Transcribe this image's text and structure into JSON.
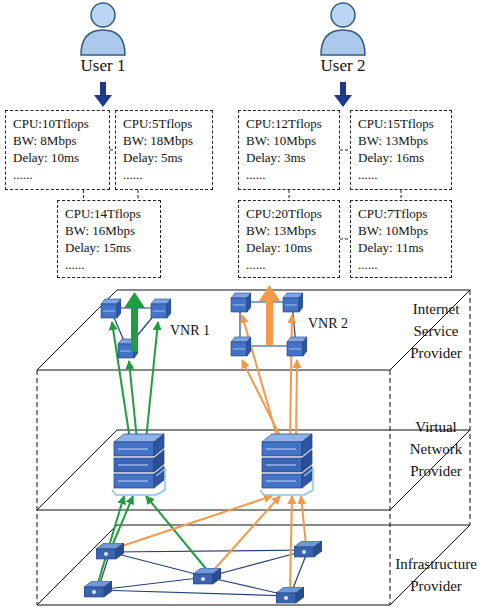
{
  "diagram": {
    "nodes": [
      {
        "text": [
          "User 1"
        ]
      },
      {
        "text": [
          "User 2"
        ]
      },
      {
        "text": [
          "CPU:10Tflops",
          "BW: 8Mbps",
          "Delay: 10ms",
          "......"
        ]
      },
      {
        "text": [
          "CPU:5Tflops",
          "BW: 18Mbps",
          "Delay: 5ms",
          "......"
        ]
      },
      {
        "text": [
          "CPU:14Tflops",
          "BW: 16Mbps",
          "Delay: 15ms",
          "......"
        ]
      },
      {
        "text": [
          "CPU:12Tflops",
          "BW: 10Mbps",
          "Delay: 3ms",
          "......"
        ]
      },
      {
        "text": [
          "CPU:15Tflops",
          "BW: 13Mbps",
          "Delay: 16ms",
          "......"
        ]
      },
      {
        "text": [
          "CPU:20Tflops",
          "BW: 13Mbps",
          "Delay: 10ms",
          "......"
        ]
      },
      {
        "text": [
          "CPU:7Tflops",
          "BW: 10Mbps",
          "Delay: 11ms",
          "......"
        ]
      }
    ],
    "edges": [
      {
        "from": 2,
        "to": 3,
        "arrow": "none"
      },
      {
        "from": 2,
        "to": 4,
        "arrow": "none"
      },
      {
        "from": 3,
        "to": 4,
        "arrow": "none"
      },
      {
        "from": 5,
        "to": 6,
        "arrow": "none"
      },
      {
        "from": 5,
        "to": 7,
        "arrow": "none"
      },
      {
        "from": 6,
        "to": 8,
        "arrow": "none"
      },
      {
        "from": 7,
        "to": 8,
        "arrow": "none"
      }
    ],
    "labels": [
      "VNR 1",
      "VNR 2",
      "Internet Service Provider",
      "Virtual Network Provider",
      "Infrastructure Provider"
    ]
  }
}
